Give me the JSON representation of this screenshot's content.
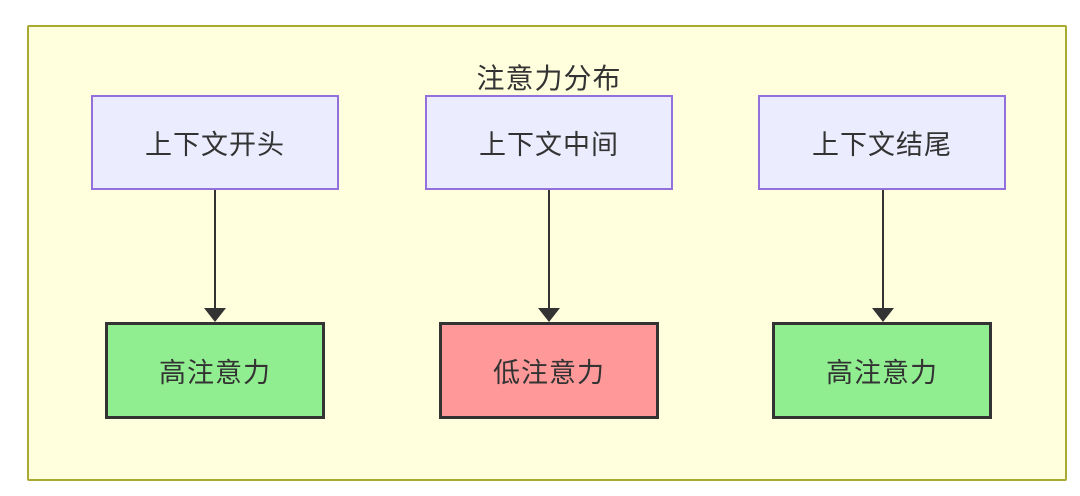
{
  "diagram": {
    "title": "注意力分布",
    "columns": [
      {
        "source": "上下文开头",
        "target": "高注意力",
        "attention_level": "high"
      },
      {
        "source": "上下文中间",
        "target": "低注意力",
        "attention_level": "low"
      },
      {
        "source": "上下文结尾",
        "target": "高注意力",
        "attention_level": "high"
      }
    ],
    "colors": {
      "container_bg": "#ffffde",
      "container_border": "#aaaa33",
      "source_bg": "#ececff",
      "source_border": "#9370db",
      "high_bg": "#90ee90",
      "low_bg": "#ff9999",
      "result_border": "#333333",
      "text": "#333333",
      "arrow": "#333333"
    }
  }
}
